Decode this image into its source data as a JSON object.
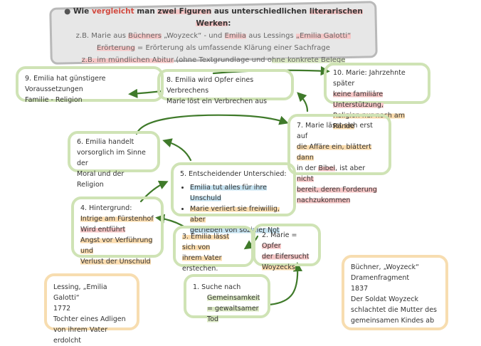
{
  "header": {
    "title_pre": "Wie ",
    "title_hl1": "vergleicht",
    "title_mid1": " man ",
    "title_hl2": "zwei Figuren",
    "title_mid2": " aus unterschiedlichen ",
    "title_hl3": "literarischen Werken",
    "title_end": ":",
    "line2_pre": "z.B. Marie aus ",
    "line2_hl1": "Büchners",
    "line2_mid1": " „Woyzeck“ - und ",
    "line2_hl2": "Emilia",
    "line2_mid2": " aus Lessings ",
    "line2_hl3": "„Emilia Galotti“",
    "line3_hl": "Erörterung",
    "line3_rest": " = Erörterung als umfassende Klärung einer Sachfrage",
    "line4_hl1": "z.B. im mündlichen Abitur",
    "line4_mid": " (ohne Textgrundlage und o",
    "line4_hl2": "hne konkrete Belege"
  },
  "boxes": {
    "b9": {
      "l1": "9. Emilia hat günstigere Voraussetzungen",
      "l2": "Familie - Religion"
    },
    "b8": {
      "l1": "8. Emilia wird Opfer eines Verbrechens",
      "l2": "Marie löst ein Verbrechen aus"
    },
    "b10": {
      "l1": "10. Marie: Jahrzehnte später",
      "l2": "keine familiäre Unterstützung,",
      "l3": "Religion nur noch am Rande"
    },
    "b7": {
      "l1": "7. Marie lässt sich erst auf",
      "l2": "die Affäre ein, blättert dann",
      "l3a": "in der ",
      "l3b": "Bibel",
      "l3c": ", ist aber ",
      "l3d": "nicht",
      "l4": "bereit, deren Forderung",
      "l5": "nachzukommen"
    },
    "b6": {
      "l1": "6. Emilia handelt",
      "l2": "vorsorglich im Sinne der",
      "l3": "Moral und der Religion"
    },
    "b5": {
      "title": "5. Entscheidender Unterschied:",
      "li1": "Emilia tut alles für ihre Unschuld",
      "li2a": "Marie verliert sie freiwillig, aber",
      "li2b": "getrieben von sozialer Not"
    },
    "b4": {
      "l1": "4. Hintergrund:",
      "l2": "Intrige am Fürstenhof",
      "l3": "Wird entführt",
      "l4": "Angst vor Verführung und",
      "l5": "Verlust der Unschuld"
    },
    "b3": {
      "l1": "3. Emilia lässt sich von",
      "l2": "ihrem Vater",
      "l3": "erstechen."
    },
    "b2": {
      "l1a": "2. Marie = ",
      "l1b": "Opfer",
      "l2": "der Eifersucht",
      "l3": "Woyzecks"
    },
    "b1": {
      "l1": "1.  Suche nach",
      "l2": "Gemeinsamkeit",
      "l3": "= gewaltsamer Tod"
    },
    "lessing": {
      "l1": "Lessing, „Emilia Galotti“",
      "l2": "1772",
      "l3": "Tochter eines Adligen",
      "l4": "von ihrem Vater erdolcht"
    },
    "buechner": {
      "l1": "Büchner, „Woyzeck“",
      "l2": "Dramenfragment",
      "l3": "1837",
      "l4": "Der Soldat Woyzeck",
      "l5": "schlachtet die Mutter des",
      "l6": "gemeinsamen Kindes ab"
    }
  },
  "colors": {
    "arrow": "#3f7a2a",
    "green_border": "#cfe3b5",
    "orange_border": "#f7ddb0"
  }
}
